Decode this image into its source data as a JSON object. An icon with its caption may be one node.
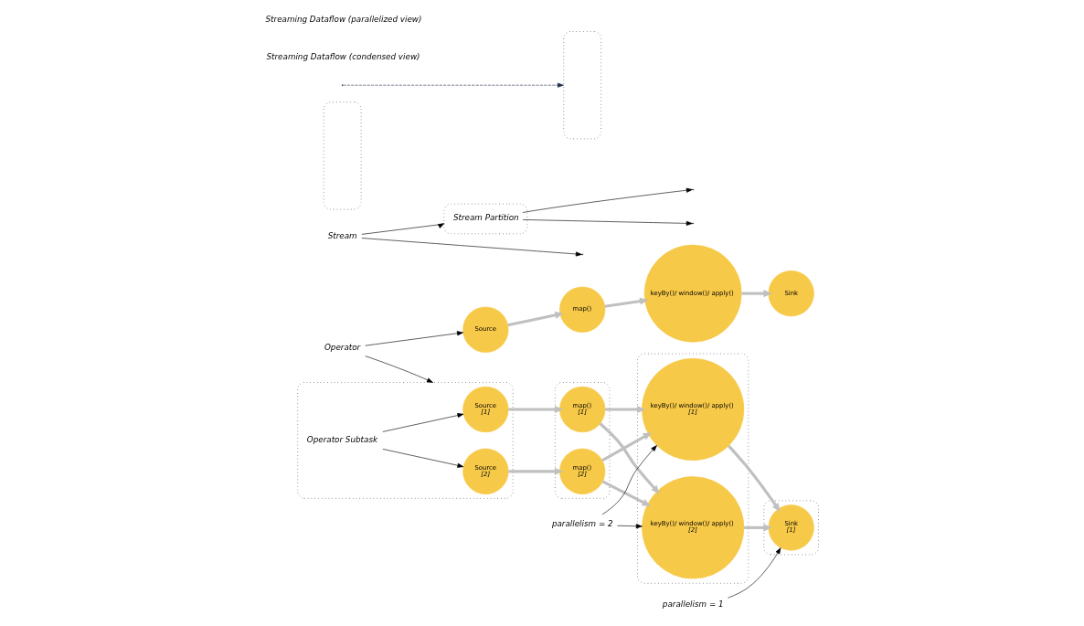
{
  "diagram": {
    "nodes": [
      {
        "text": [
          "Source"
        ]
      },
      {
        "text": [
          "map()"
        ]
      },
      {
        "text": [
          "keyBy()/ window()/ apply()"
        ]
      },
      {
        "text": [
          "Sink"
        ]
      },
      {
        "text": [
          "Operator"
        ]
      },
      {
        "text": [
          "Stream"
        ]
      },
      {
        "text": [],
        "shape": "box"
      },
      {
        "text": [
          "Source",
          "[1]"
        ],
        "in": 6
      },
      {
        "text": [
          "Operator Subtask"
        ],
        "in": 6
      },
      {
        "text": [
          "Source",
          "[2]"
        ],
        "in": 6
      },
      {
        "text": [],
        "shape": "box"
      },
      {
        "text": [
          "Stream Partition"
        ],
        "in": 10
      },
      {
        "text": [],
        "shape": "box"
      },
      {
        "text": [
          "map()",
          "[1]"
        ],
        "in": 12
      },
      {
        "text": [
          "map()",
          "[2]"
        ],
        "in": 12
      },
      {
        "text": [],
        "shape": "box"
      },
      {
        "text": [],
        "shape": "box"
      },
      {
        "text": [
          "keyBy()/ window()/ apply()",
          "[1]"
        ],
        "in": 16
      },
      {
        "text": [
          "keyBy()/ window()/ apply()",
          "[2]"
        ],
        "in": 16
      },
      {
        "text": [],
        "shape": "box"
      },
      {
        "text": [],
        "shape": "box"
      },
      {
        "text": [
          "Sink",
          "[1]"
        ],
        "in": 20
      },
      {
        "text": [
          "parallelism = 2"
        ]
      },
      {
        "text": [
          "parallelism = 1"
        ]
      }
    ],
    "edges": [
      {
        "from": 0,
        "to": 1,
        "arrow": "to",
        "style": "thick",
        "color": "#c0c0c0"
      },
      {
        "from": 1,
        "to": 2,
        "arrow": "to",
        "style": "thick",
        "color": "#c0c0c0"
      },
      {
        "from": 2,
        "to": 3,
        "arrow": "to",
        "style": "thick",
        "color": "#c0c0c0"
      },
      {
        "from": 4,
        "to": 0,
        "arrow": "to",
        "color": "#000000"
      },
      {
        "from": 4,
        "to": 6,
        "arrow": "to",
        "color": "#000000"
      },
      {
        "from": 5,
        "to": null,
        "arrow": "to",
        "color": "#000000"
      },
      {
        "from": 5,
        "to": 10,
        "arrow": "to",
        "color": "#000000"
      },
      {
        "from": 8,
        "to": 7,
        "arrow": "to",
        "color": "#000000"
      },
      {
        "from": 8,
        "to": 9,
        "arrow": "to",
        "color": "#000000"
      },
      {
        "from": 11,
        "to": null,
        "arrow": "to",
        "color": "#000000"
      },
      {
        "from": 11,
        "to": null,
        "arrow": "to",
        "color": "#000000"
      },
      {
        "from": 7,
        "to": 13,
        "arrow": "to",
        "style": "thick",
        "color": "#c0c0c0"
      },
      {
        "from": 9,
        "to": 14,
        "arrow": "to",
        "style": "thick",
        "color": "#c0c0c0"
      },
      {
        "from": 13,
        "to": 17,
        "arrow": "to",
        "style": "thick",
        "color": "#c0c0c0"
      },
      {
        "from": 13,
        "to": 18,
        "arrow": "to",
        "style": "thick",
        "color": "#c0c0c0"
      },
      {
        "from": 14,
        "to": 17,
        "arrow": "to",
        "style": "thick",
        "color": "#c0c0c0"
      },
      {
        "from": 14,
        "to": 18,
        "arrow": "to",
        "style": "thick",
        "color": "#c0c0c0"
      },
      {
        "from": 17,
        "to": 21,
        "arrow": "to",
        "style": "thick",
        "color": "#c0c0c0"
      },
      {
        "from": 18,
        "to": 21,
        "arrow": "to",
        "style": "thick",
        "color": "#c0c0c0"
      },
      {
        "from": 22,
        "to": 17,
        "arrow": "to",
        "color": "#000000"
      },
      {
        "from": 22,
        "to": 18,
        "arrow": "to",
        "color": "#000000"
      },
      {
        "from": 23,
        "to": 21,
        "arrow": "to",
        "color": "#000000"
      },
      {
        "from": null,
        "to": 19,
        "arrow": "to",
        "style": "dashed",
        "color": "#1f2d4a"
      }
    ],
    "labels": [
      "Streaming Dataflow (condensed view)",
      "Streaming Dataflow (parallelized view)"
    ]
  }
}
